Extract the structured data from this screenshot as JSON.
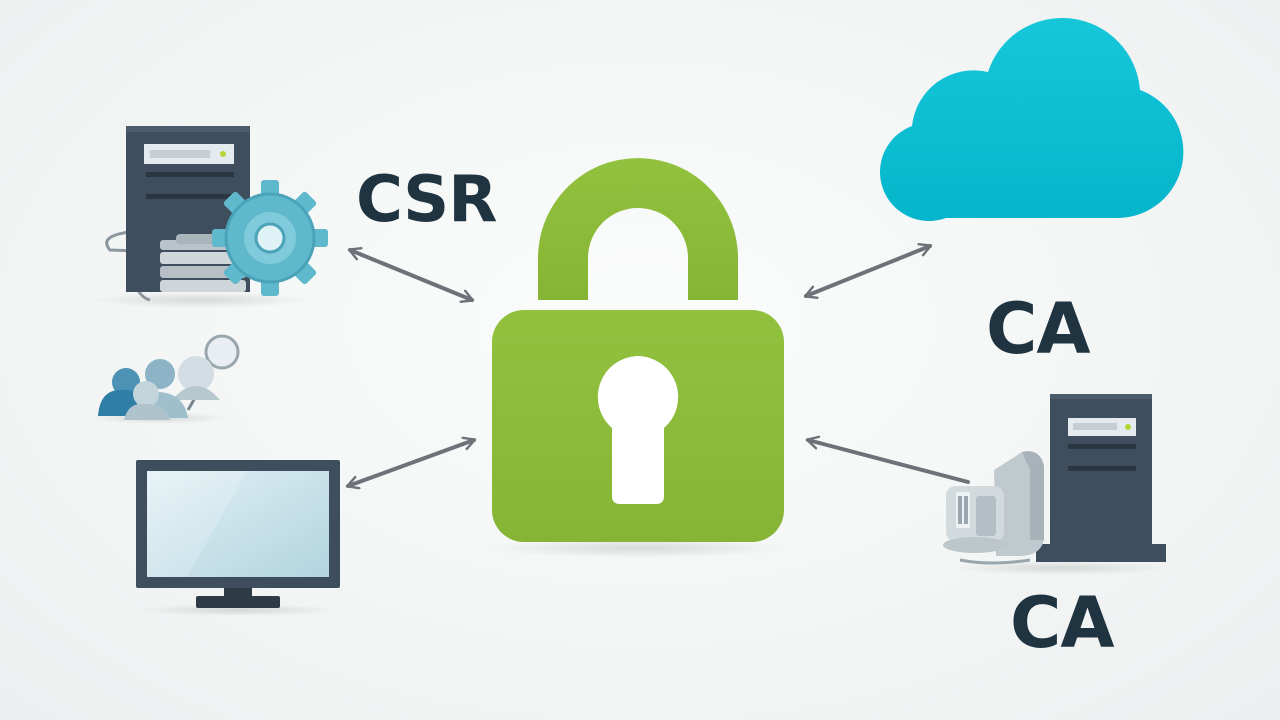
{
  "labels": {
    "csr": "CSR",
    "ca_top": "CA",
    "ca_bottom": "CA"
  },
  "icons": {
    "center": "padlock-icon",
    "top_left": "server-gear-icon",
    "middle_left": "user-group-icon",
    "bottom_left": "monitor-icon",
    "top_right": "cloud-icon",
    "bottom_right": "ca-server-icon"
  },
  "colors": {
    "padlock": "#8dbd3b",
    "cloud": "#0ec0d4",
    "server": "#3e4e5e",
    "gear": "#5fb8cc",
    "arrow": "#6c7278",
    "text": "#1f3340"
  }
}
